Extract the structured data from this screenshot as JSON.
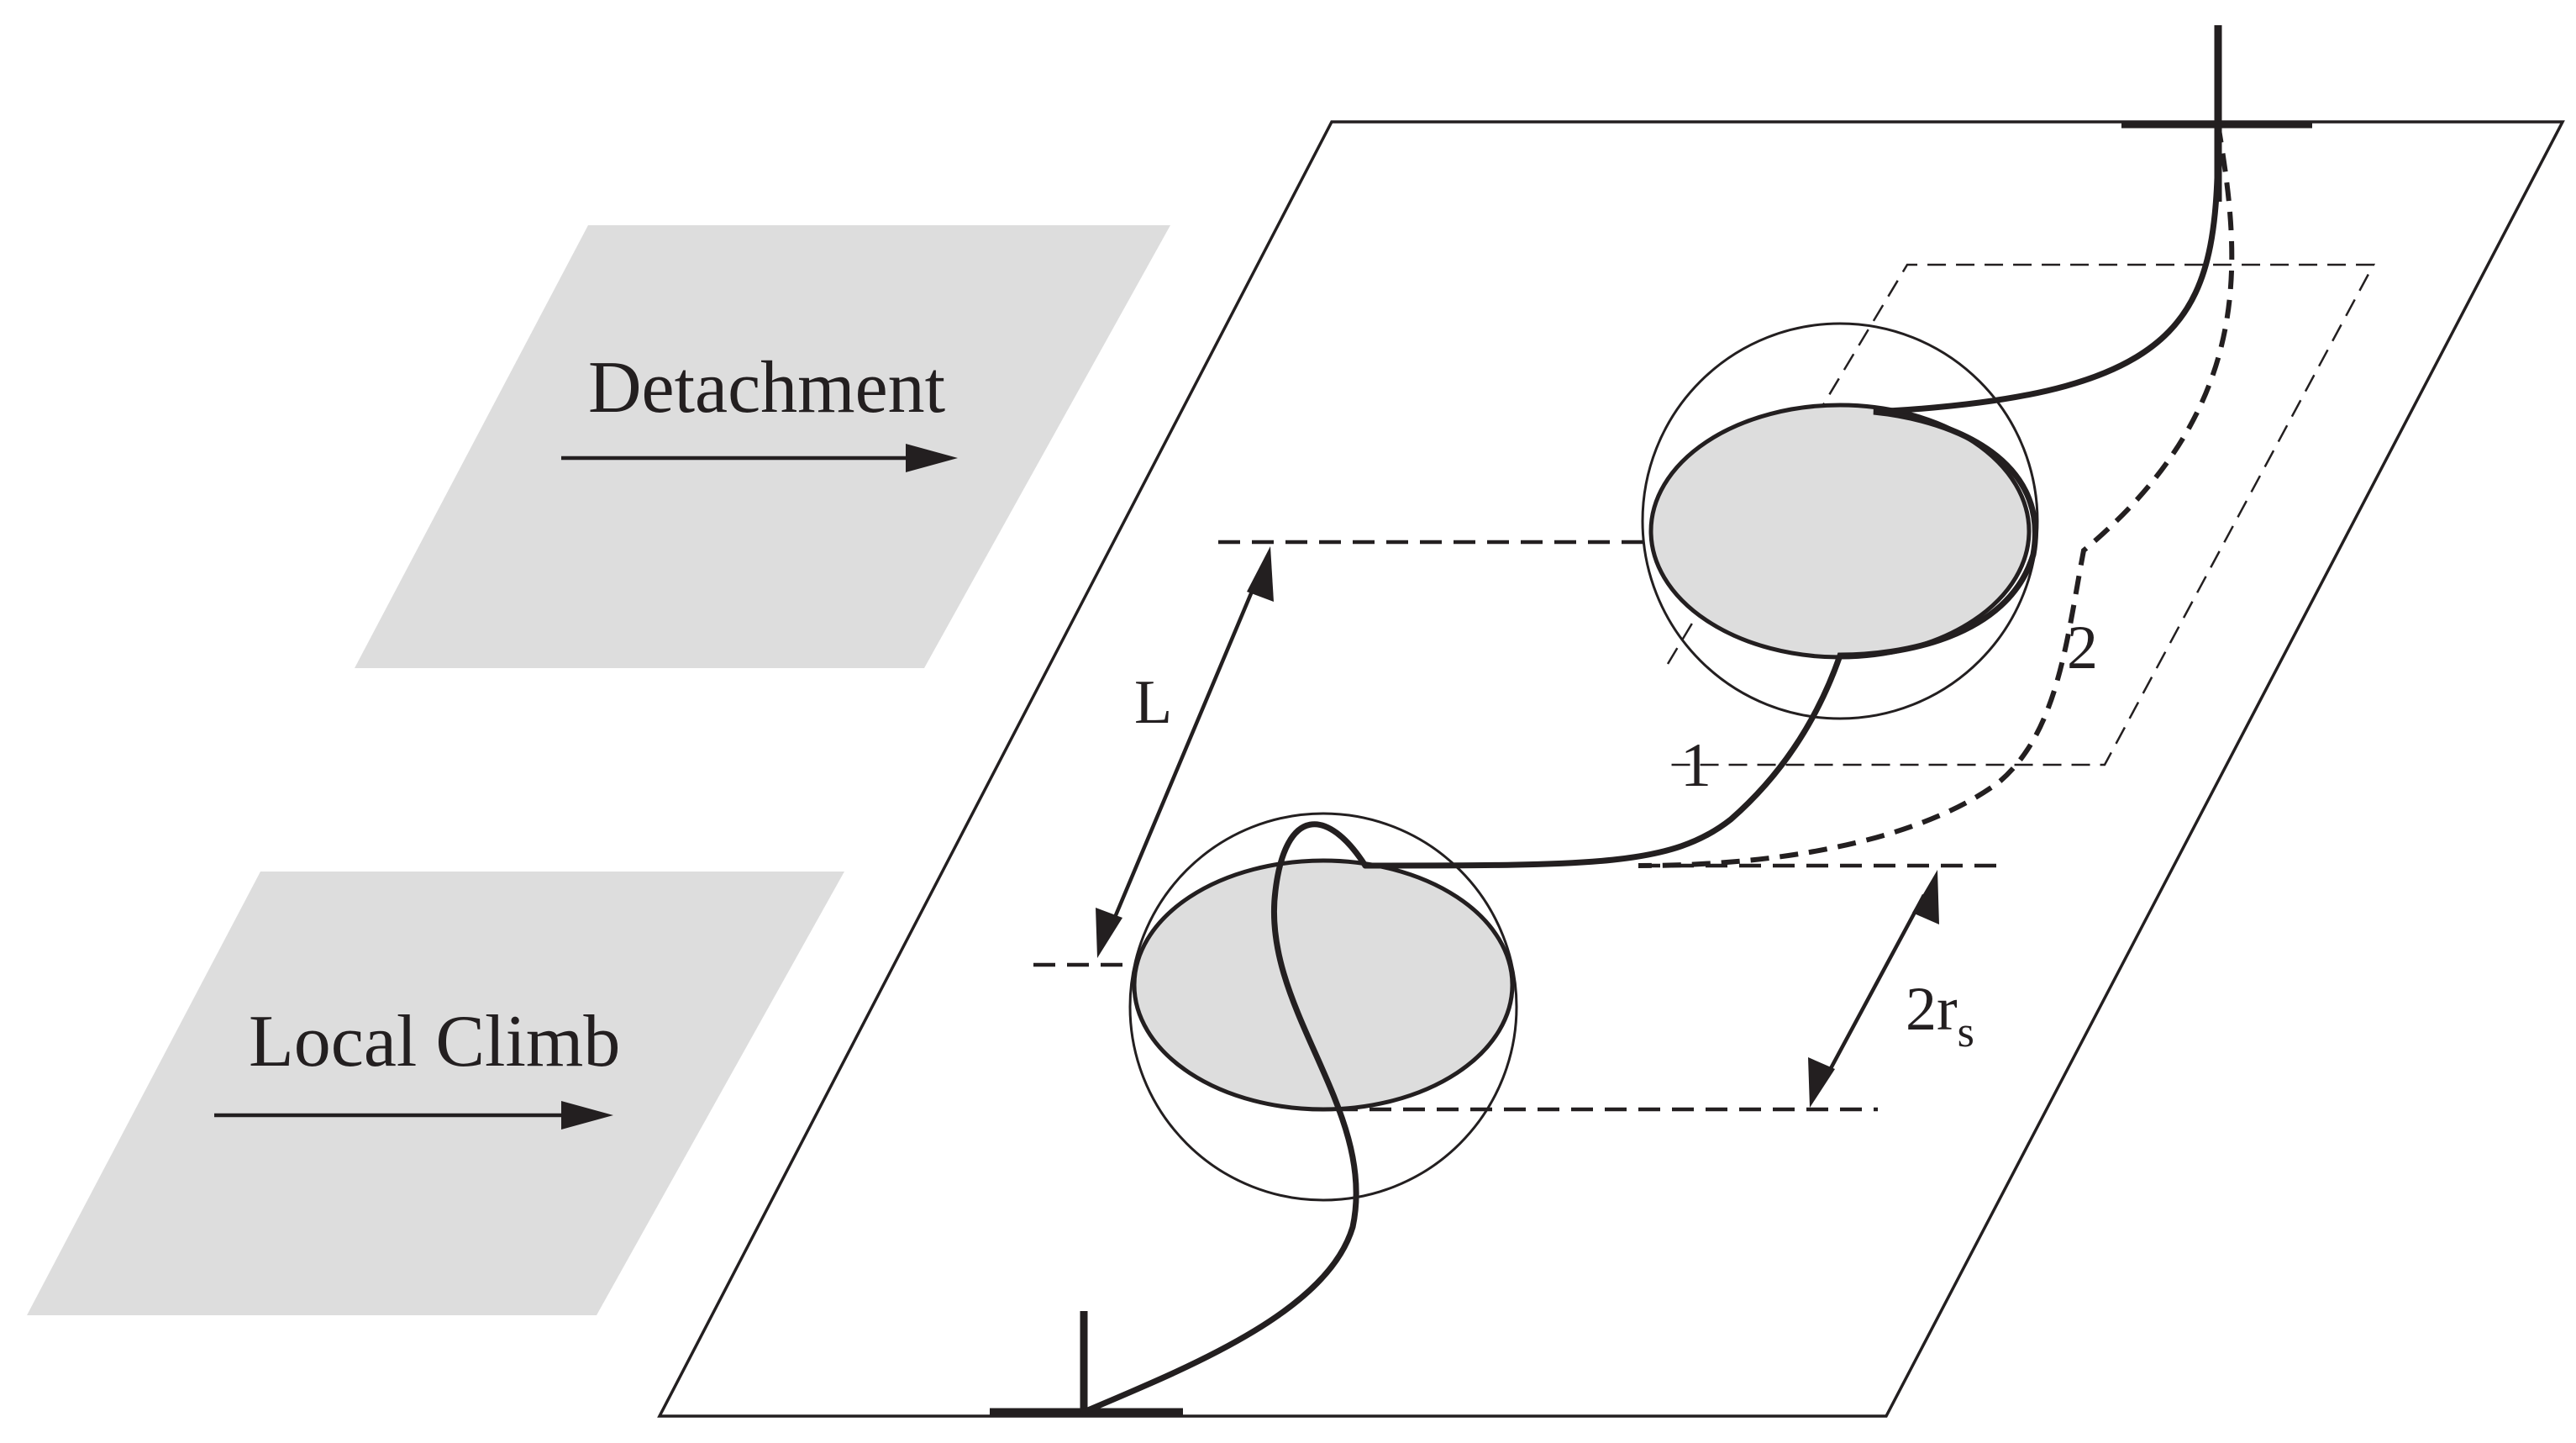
{
  "legend": {
    "detachment_label": "Detachment",
    "local_climb_label": "Local Climb"
  },
  "dimensions": {
    "spacing_label": "L",
    "radius_label_main": "2r",
    "radius_label_subscript": "s"
  },
  "path_labels": {
    "path_1": "1",
    "path_2": "2"
  },
  "colors": {
    "ink": "#231f20",
    "precipitate_fill": "#dddddd",
    "panel_fill": "#dddddd"
  }
}
